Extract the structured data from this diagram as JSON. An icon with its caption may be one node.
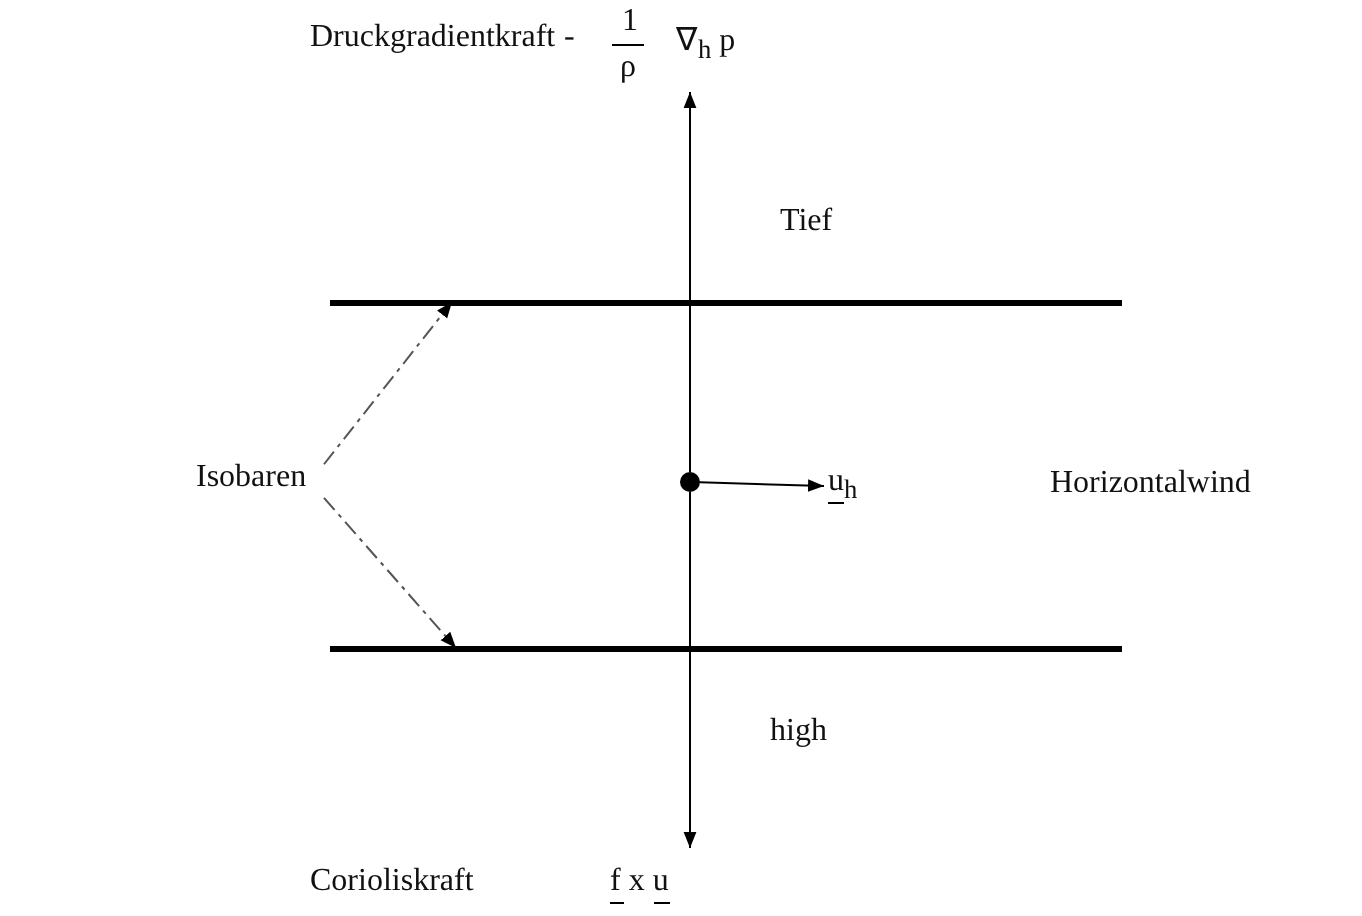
{
  "diagram": {
    "nodes": [
      {
        "text": [
          "Druckgradientkraft",
          "-",
          "1",
          "ρ",
          "∇$_{h}$ p"
        ]
      },
      {
        "text": [
          "Isobaren"
        ]
      },
      {
        "text": [],
        "shape": "bar"
      },
      {
        "text": [],
        "shape": "circle"
      },
      {
        "text": [
          "u$_{h}$"
        ]
      },
      {
        "text": [],
        "shape": "bar"
      },
      {
        "text": [
          "Corioliskraft",
          "f x u"
        ]
      }
    ],
    "edges": [
      {
        "from": 1,
        "to": 2,
        "arrow": "to",
        "style": "dashed"
      },
      {
        "from": 1,
        "to": 5,
        "arrow": "to",
        "style": "dashed"
      },
      {
        "from": 3,
        "to": 0,
        "arrow": "to"
      },
      {
        "from": 3,
        "to": 4,
        "arrow": "to"
      },
      {
        "from": 3,
        "to": 6,
        "arrow": "to"
      }
    ],
    "labels": [
      "Tief",
      "Horizontalwind",
      "high"
    ]
  }
}
